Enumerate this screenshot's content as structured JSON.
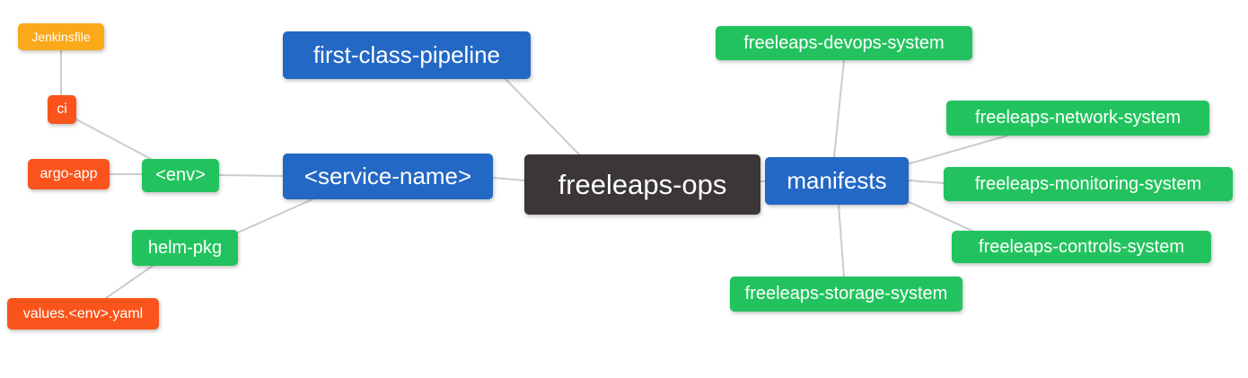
{
  "diagram": {
    "type": "mindmap",
    "root_label": "freeleaps-ops"
  },
  "nodes": {
    "jenkinsfile": {
      "label": "Jenkinsfile"
    },
    "ci": {
      "label": "ci"
    },
    "argo_app": {
      "label": "argo-app"
    },
    "env": {
      "label": "<env>"
    },
    "helm_pkg": {
      "label": "helm-pkg"
    },
    "values_yaml": {
      "label": "values.<env>.yaml"
    },
    "first_class_pipeline": {
      "label": "first-class-pipeline"
    },
    "service_name": {
      "label": "<service-name>"
    },
    "root": {
      "label": "freeleaps-ops"
    },
    "manifests": {
      "label": "manifests"
    },
    "devops_system": {
      "label": "freeleaps-devops-system"
    },
    "network_system": {
      "label": "freeleaps-network-system"
    },
    "monitoring_system": {
      "label": "freeleaps-monitoring-system"
    },
    "controls_system": {
      "label": "freeleaps-controls-system"
    },
    "storage_system": {
      "label": "freeleaps-storage-system"
    }
  },
  "colors": {
    "root_bg": "#3B3737",
    "branch_bg": "#2368C4",
    "green_bg": "#22C35E",
    "red_bg": "#FA541C",
    "orange_bg": "#FAA91B",
    "text": "#FFFFFF",
    "edge": "#CCCCCC",
    "background": "#FFFFFF"
  }
}
